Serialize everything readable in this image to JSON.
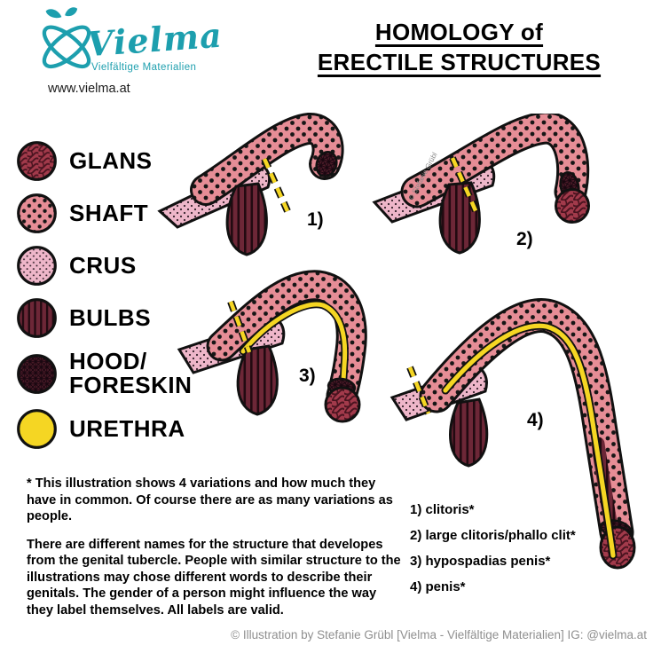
{
  "brand": {
    "name": "Vielma",
    "tagline": "Vielfältige Materialien",
    "website": "www.vielma.at",
    "color": "#1d9fae"
  },
  "title": {
    "line1": "HOMOLOGY of",
    "line2": "ERECTILE STRUCTURES"
  },
  "legend": {
    "items": [
      {
        "label": "GLANS",
        "label2": "",
        "pattern": "glans-weave"
      },
      {
        "label": "SHAFT",
        "label2": "",
        "pattern": "pink-dots"
      },
      {
        "label": "CRUS",
        "label2": "",
        "pattern": "light-pink-dots"
      },
      {
        "label": "BULBS",
        "label2": "",
        "pattern": "dark-stripes"
      },
      {
        "label": "HOOD/",
        "label2": "FORESKIN",
        "pattern": "dark-grid"
      },
      {
        "label": "URETHRA",
        "label2": "",
        "pattern": "solid-yellow"
      }
    ]
  },
  "figures": [
    {
      "number": "1)",
      "name": "clitoris"
    },
    {
      "number": "2)",
      "name": "large clitoris/phallo clit"
    },
    {
      "number": "3)",
      "name": "hypospadias penis"
    },
    {
      "number": "4)",
      "name": "penis"
    }
  ],
  "watermark": "© Stefanie Grübl",
  "notes": {
    "paragraph1": "* This illustration shows 4 variations and how much they have in common. Of course there are as many variations as people.",
    "paragraph2": "There are different names for the structure that developes from the genital tubercle. People with similar structure to the illustrations may chose different words to describe their genitals. The gender of a person might influence the way they label themselves. All labels are valid."
  },
  "variant_list": [
    "1) clitoris*",
    "2) large clitoris/phallo clit*",
    "3) hypospadias penis*",
    "4) penis*"
  ],
  "footer": "© Illustration by Stefanie Grübl [Vielma - Vielfältige Materialien] IG: @vielma.at",
  "colors": {
    "shaft_pink": "#e68d96",
    "crus_pink": "#eeb6c9",
    "bulb_maroon": "#6d2737",
    "glans_red": "#a23a4b",
    "hood_dark": "#4e1c29",
    "urethra_yellow": "#f5d623",
    "outline_black": "#111111",
    "brand_teal": "#1d9fae",
    "footer_gray": "#8f8f8f"
  }
}
